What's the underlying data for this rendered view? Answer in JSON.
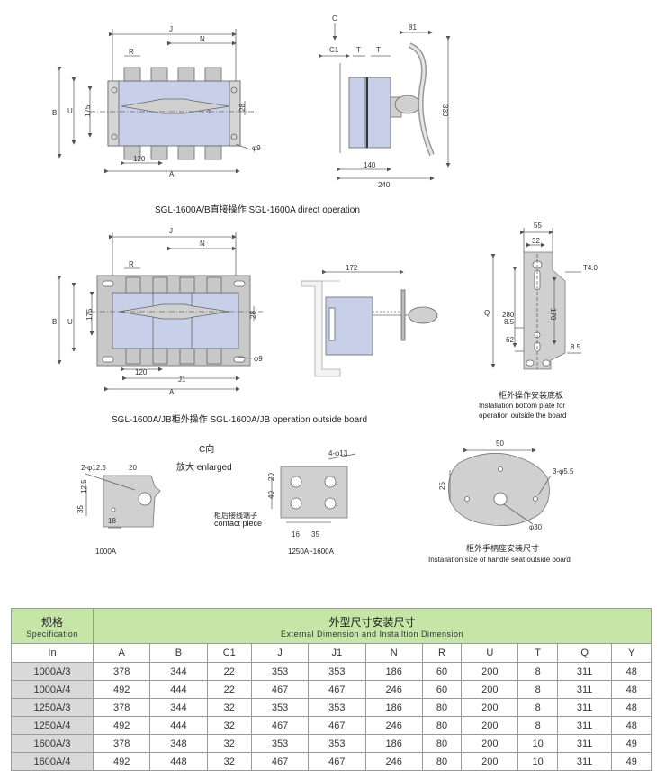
{
  "captions": {
    "direct": "SGL-1600A/B直接操作 SGL-1600A direct operation",
    "outside": "SGL-1600A/JB柜外操作 SGL-1600A/JB operation outside board",
    "plate_cn": "柜外操作安装底板",
    "plate_en1": "Installation bottom plate for",
    "plate_en2": "operation outside the board",
    "c_view": "C向",
    "enlarged": "放大 enlarged",
    "contact_cn": "柜后接线端子",
    "contact_en": "contact piece",
    "a1000": "1000A",
    "a1250": "1250A~1600A",
    "handle_cn": "柜外手柄座安装尺寸",
    "handle_en": "Installation size of handle seat outside board"
  },
  "dims": {
    "J": "J",
    "N": "N",
    "R": "R",
    "B": "B",
    "U": "U",
    "A": "A",
    "J1": "J1",
    "C": "C",
    "C1": "C1",
    "T": "T",
    "Q": "Q",
    "d175": "175",
    "d28": "28",
    "d120": "120",
    "phi9": "φ9",
    "d81": "81",
    "d330": "330",
    "d140": "140",
    "d240": "240",
    "d172": "172",
    "d55": "55",
    "d32": "32",
    "t40": "T4.0",
    "d280": "280",
    "d170": "170",
    "d85": "8.5",
    "d62": "62",
    "hole2": "2-φ12.5",
    "d20": "20",
    "d35": "35",
    "d125": "12.5",
    "d18": "18",
    "hole4": "4-φ13",
    "d40": "40",
    "d16": "16",
    "d50": "50",
    "d25": "25",
    "hole3": "3-φ5.5",
    "phi30": "φ30"
  },
  "table": {
    "spec_cn": "规格",
    "spec_en": "Specification",
    "title_cn": "外型尺寸安装尺寸",
    "title_en": "External Dimension and Installtion Dimension",
    "columns": [
      "In",
      "A",
      "B",
      "C1",
      "J",
      "J1",
      "N",
      "R",
      "U",
      "T",
      "Q",
      "Y"
    ],
    "rows": [
      [
        "1000A/3",
        "378",
        "344",
        "22",
        "353",
        "353",
        "186",
        "60",
        "200",
        "8",
        "311",
        "48"
      ],
      [
        "1000A/4",
        "492",
        "444",
        "22",
        "467",
        "467",
        "246",
        "60",
        "200",
        "8",
        "311",
        "48"
      ],
      [
        "1250A/3",
        "378",
        "344",
        "32",
        "353",
        "353",
        "186",
        "80",
        "200",
        "8",
        "311",
        "48"
      ],
      [
        "1250A/4",
        "492",
        "444",
        "32",
        "467",
        "467",
        "246",
        "80",
        "200",
        "8",
        "311",
        "48"
      ],
      [
        "1600A/3",
        "378",
        "348",
        "32",
        "353",
        "353",
        "186",
        "80",
        "200",
        "10",
        "311",
        "49"
      ],
      [
        "1600A/4",
        "492",
        "448",
        "32",
        "467",
        "467",
        "246",
        "80",
        "200",
        "10",
        "311",
        "49"
      ]
    ]
  }
}
